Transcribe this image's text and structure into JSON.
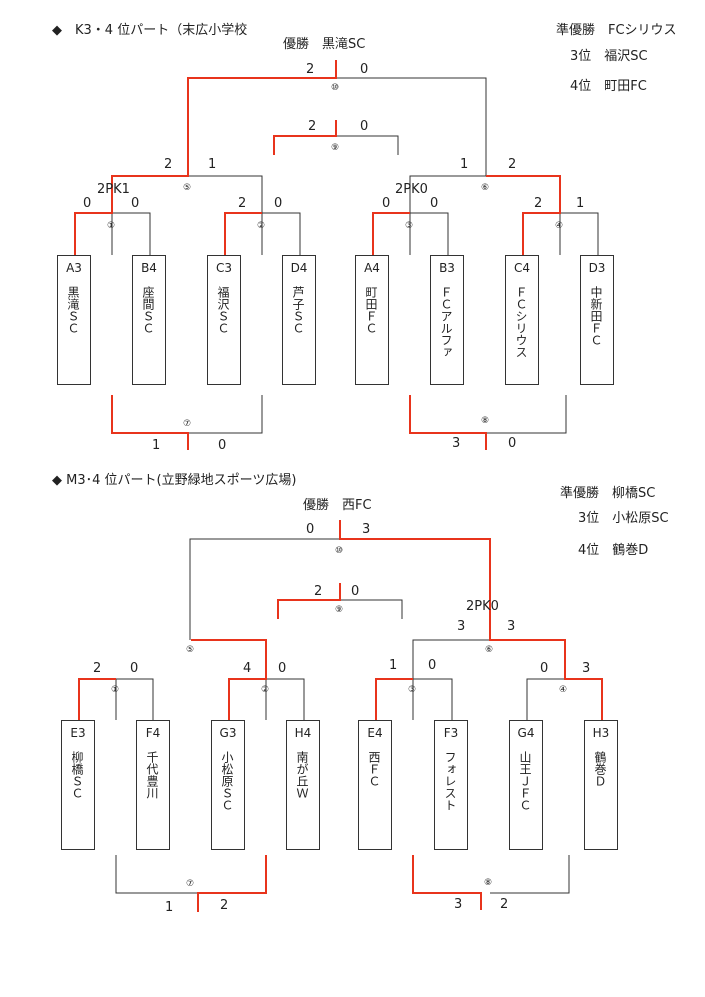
{
  "section1": {
    "title": "◆　K3・4 位パート（末広小学校",
    "winner": "優勝　黒滝SC",
    "runner_up": "準優勝　FCシリウス",
    "third": "3位　福沢SC",
    "fourth": "4位　町田FC",
    "teams": [
      {
        "code": "A3",
        "name": "黒滝ＳＣ"
      },
      {
        "code": "B4",
        "name": "座間ＳＣ"
      },
      {
        "code": "C3",
        "name": "福沢ＳＣ"
      },
      {
        "code": "D4",
        "name": "芦子ＳＣ"
      },
      {
        "code": "A4",
        "name": "町田ＦＣ"
      },
      {
        "code": "B3",
        "name": "ＦＣアルファ"
      },
      {
        "code": "C4",
        "name": "ＦＣシリウス"
      },
      {
        "code": "D3",
        "name": "中新田ＦＣ"
      }
    ],
    "matches": {
      "m1": {
        "label": "①",
        "l": "0",
        "r": "0",
        "pk": "2PK1"
      },
      "m2": {
        "label": "②",
        "l": "2",
        "r": "0"
      },
      "m3": {
        "label": "③",
        "l": "0",
        "r": "0",
        "pk": "2PK0"
      },
      "m4": {
        "label": "④",
        "l": "2",
        "r": "1"
      },
      "m5": {
        "label": "⑤",
        "l": "2",
        "r": "1"
      },
      "m6": {
        "label": "⑥",
        "l": "1",
        "r": "2"
      },
      "m7": {
        "label": "⑦",
        "l": "1",
        "r": "0"
      },
      "m8": {
        "label": "⑧",
        "l": "3",
        "r": "0"
      },
      "m9": {
        "label": "⑨",
        "l": "2",
        "r": "0"
      },
      "m10": {
        "label": "⑩",
        "l": "2",
        "r": "0"
      }
    }
  },
  "section2": {
    "title": "◆ M3･4 位パート(立野緑地スポーツ広場)",
    "winner": "優勝　西FC",
    "runner_up": "準優勝　柳橋SC",
    "third": "3位　小松原SC",
    "fourth": "4位　鶴巻D",
    "teams": [
      {
        "code": "E3",
        "name": "柳橋ＳＣ"
      },
      {
        "code": "F4",
        "name": "千代豊川"
      },
      {
        "code": "G3",
        "name": "小松原ＳＣ"
      },
      {
        "code": "H4",
        "name": "南が丘Ｗ"
      },
      {
        "code": "E4",
        "name": "西ＦＣ"
      },
      {
        "code": "F3",
        "name": "フォレスト"
      },
      {
        "code": "G4",
        "name": "山王ＪＦＣ"
      },
      {
        "code": "H3",
        "name": "鶴巻Ｄ"
      }
    ],
    "matches": {
      "m1": {
        "label": "①",
        "l": "2",
        "r": "0"
      },
      "m2": {
        "label": "②",
        "l": "4",
        "r": "0"
      },
      "m3": {
        "label": "③",
        "l": "1",
        "r": "0"
      },
      "m4": {
        "label": "④",
        "l": "0",
        "r": "3"
      },
      "m5": {
        "label": "⑤",
        "l": "",
        "r": ""
      },
      "m6": {
        "label": "⑥",
        "l": "3",
        "r": "3",
        "pk": "2PK0"
      },
      "m7": {
        "label": "⑦",
        "l": "1",
        "r": "2"
      },
      "m8": {
        "label": "⑧",
        "l": "3",
        "r": "2"
      },
      "m9": {
        "label": "⑨",
        "l": "2",
        "r": "0"
      },
      "m10": {
        "label": "⑩",
        "l": "0",
        "r": "3"
      }
    }
  },
  "colors": {
    "line": "#333333",
    "win": "#e8341c"
  }
}
